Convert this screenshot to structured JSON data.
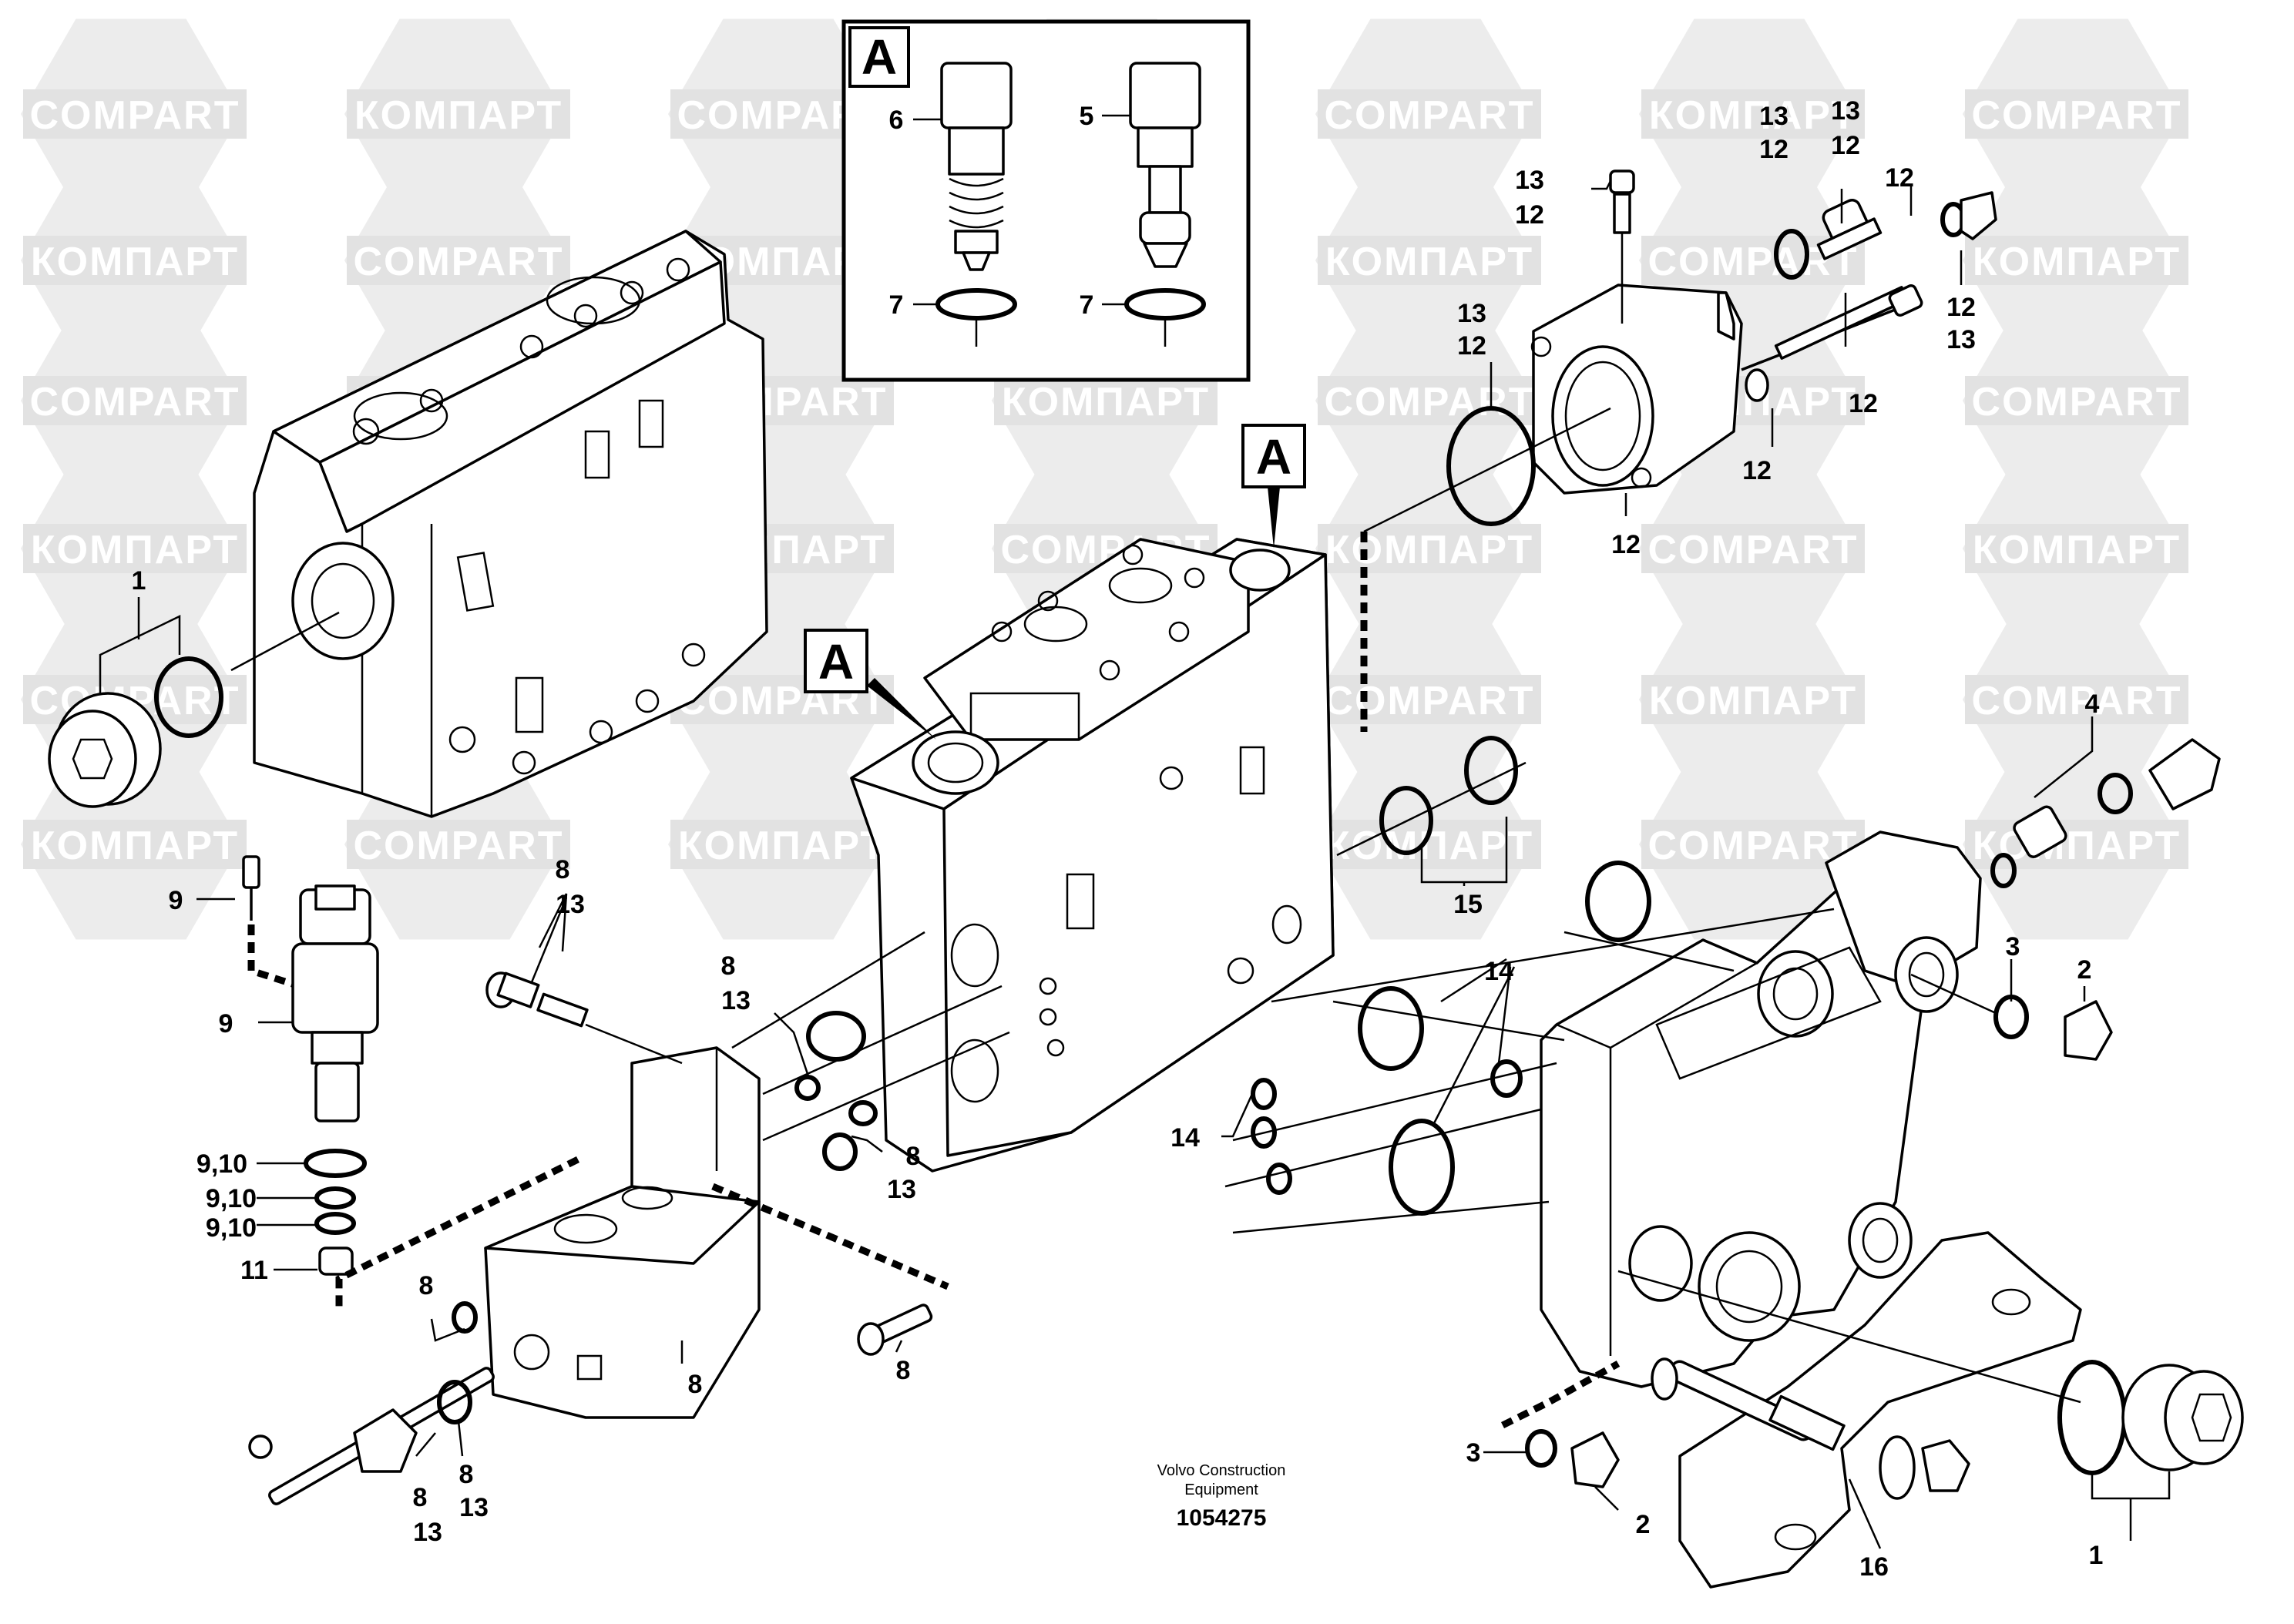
{
  "watermark": {
    "brand_latin": "COMPART",
    "brand_cyrillic": "КОМПАРТ"
  },
  "callouts": {
    "letter": "A"
  },
  "detail_box": {
    "label": "A",
    "items": [
      "6",
      "7",
      "5",
      "7"
    ]
  },
  "labels": {
    "l1_left": "1",
    "l1_right": "1",
    "l2_right": "2",
    "l2_bottom": "2",
    "l3_right": "3",
    "l3_bottom": "3",
    "l4": "4",
    "l8_a": "8",
    "l13_a": "13",
    "l8_b": "8",
    "l13_b": "13",
    "l8_c": "8",
    "l13_c": "13",
    "l8_d": "8",
    "l8_e": "8",
    "l8_f": "8",
    "l8_g": "8",
    "l13_g": "13",
    "l8_h": "8",
    "l13_h": "13",
    "l9_a": "9",
    "l9_b": "9",
    "l910_a": "9,10",
    "l910_b": "9,10",
    "l910_c": "9,10",
    "l11": "11",
    "l12_a": "12",
    "l12_b": "12",
    "l12_c": "12",
    "l12_d": "12",
    "l12_e": "12",
    "l12_f": "12",
    "l12_g": "12",
    "l12_h": "12",
    "l12_i": "12",
    "l13_i": "13",
    "l13_j": "13",
    "l13_k": "13",
    "l13_l": "13",
    "l13_m": "13",
    "l14_a": "14",
    "l14_b": "14",
    "l15": "15",
    "l16": "16"
  },
  "credit": {
    "line1": "Volvo Construction",
    "line2": "Equipment",
    "doc_number": "1054275"
  }
}
